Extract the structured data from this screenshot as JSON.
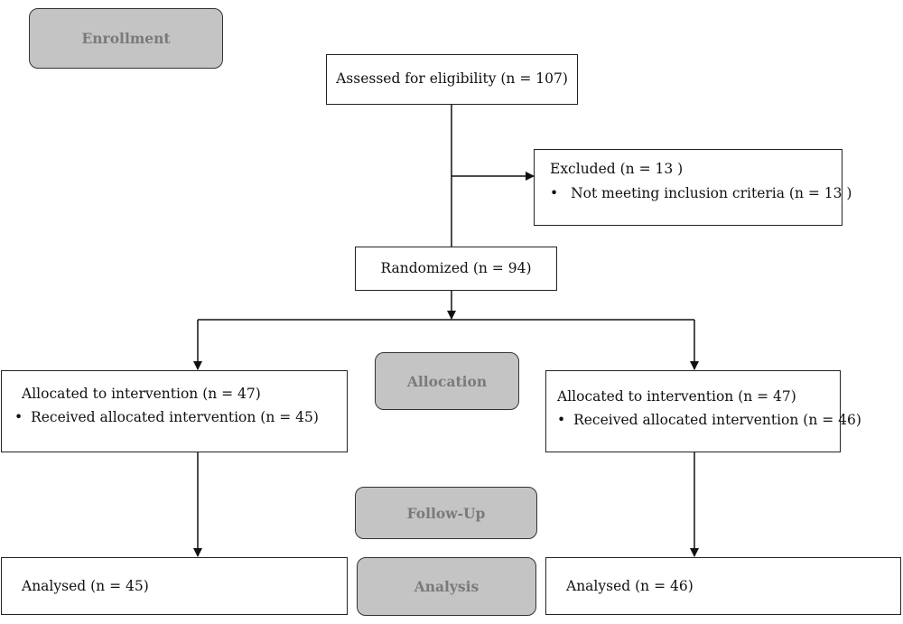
{
  "stages": {
    "enrollment": "Enrollment",
    "allocation": "Allocation",
    "follow_up": "Follow-Up",
    "analysis": "Analysis"
  },
  "boxes": {
    "assessed": "Assessed for eligibility (n = 107)",
    "excluded": {
      "title": "Excluded  (n = 13 )",
      "bullet": "•",
      "reason": "Not meeting inclusion criteria (n = 13 )"
    },
    "randomized": "Randomized (n = 94)",
    "left_allocation": {
      "title": "Allocated to intervention (n = 47)",
      "bullet": "•",
      "received": "Received allocated intervention (n = 45)"
    },
    "right_allocation": {
      "title": "Allocated to intervention (n = 47)",
      "bullet": "•",
      "received": "Received allocated intervention (n = 46)"
    },
    "left_analysis": "Analysed  (n = 45)",
    "right_analysis": "Analysed  (n = 46)"
  }
}
